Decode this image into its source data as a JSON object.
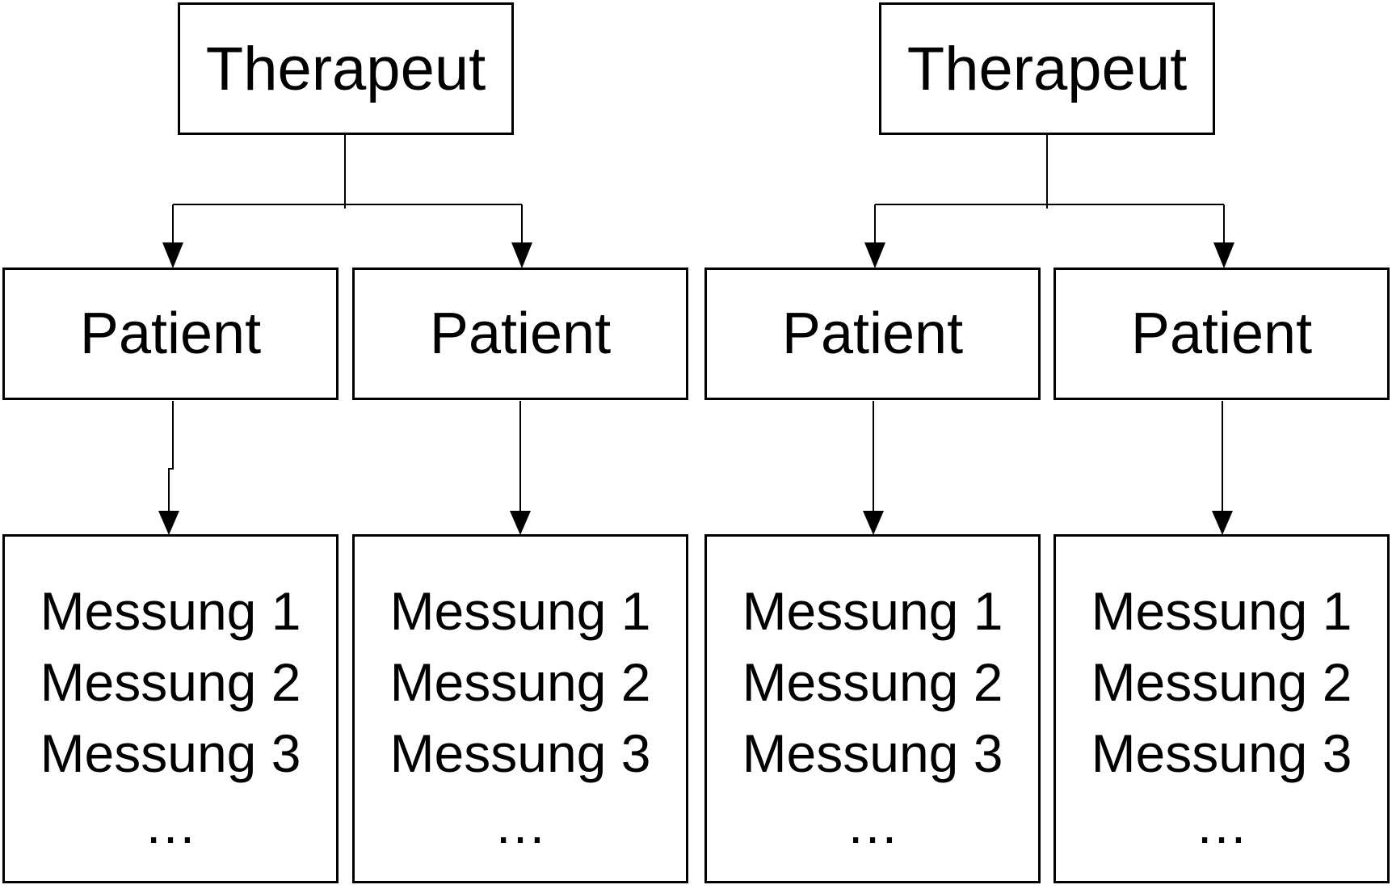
{
  "diagram": {
    "colors": {
      "stroke": "#000000",
      "background": "#ffffff"
    },
    "groups": [
      {
        "therapist": "Therapeut",
        "patients": [
          {
            "label": "Patient",
            "measurements": [
              "Messung 1",
              "Messung 2",
              "Messung 3",
              "…"
            ]
          },
          {
            "label": "Patient",
            "measurements": [
              "Messung 1",
              "Messung 2",
              "Messung 3",
              "…"
            ]
          }
        ]
      },
      {
        "therapist": "Therapeut",
        "patients": [
          {
            "label": "Patient",
            "measurements": [
              "Messung 1",
              "Messung 2",
              "Messung 3",
              "…"
            ]
          },
          {
            "label": "Patient",
            "measurements": [
              "Messung 1",
              "Messung 2",
              "Messung 3",
              "…"
            ]
          }
        ]
      }
    ]
  }
}
